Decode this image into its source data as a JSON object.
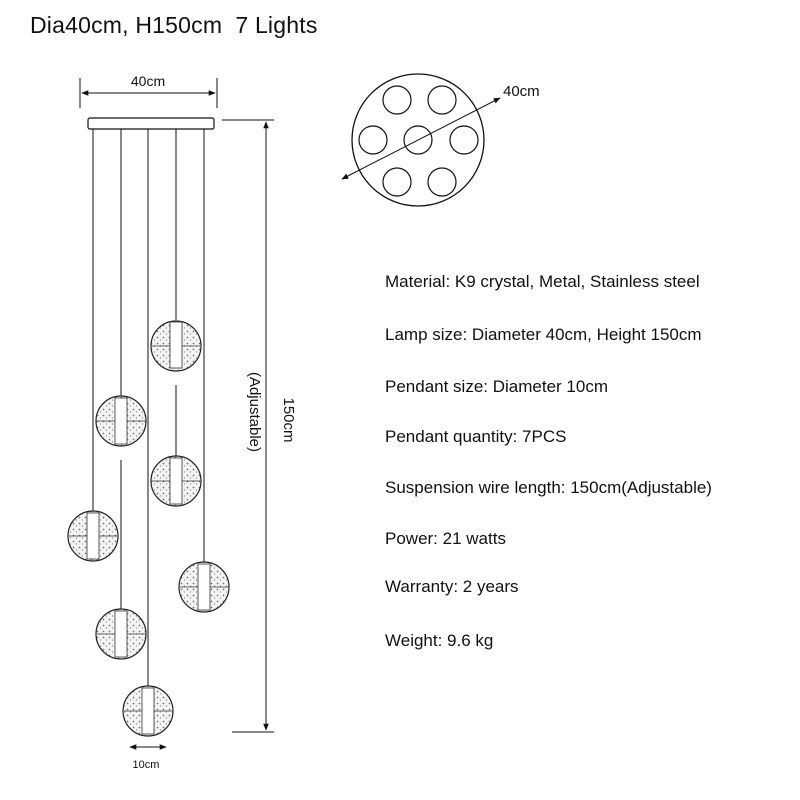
{
  "title": "Dia40cm, H150cm  7 Lights",
  "dims": {
    "top_width": "40cm",
    "plan_diameter": "40cm",
    "height": "150cm",
    "height_note": "(Adjustable)",
    "pendant_width": "10cm"
  },
  "specs": [
    "Material: K9 crystal, Metal, Stainless steel",
    "Lamp size: Diameter 40cm, Height 150cm",
    "Pendant size: Diameter 10cm",
    "Pendant quantity: 7PCS",
    "Suspension wire length: 150cm(Adjustable)",
    "Power: 21 watts",
    "Warranty: 2 years",
    "Weight: 9.6 kg"
  ]
}
